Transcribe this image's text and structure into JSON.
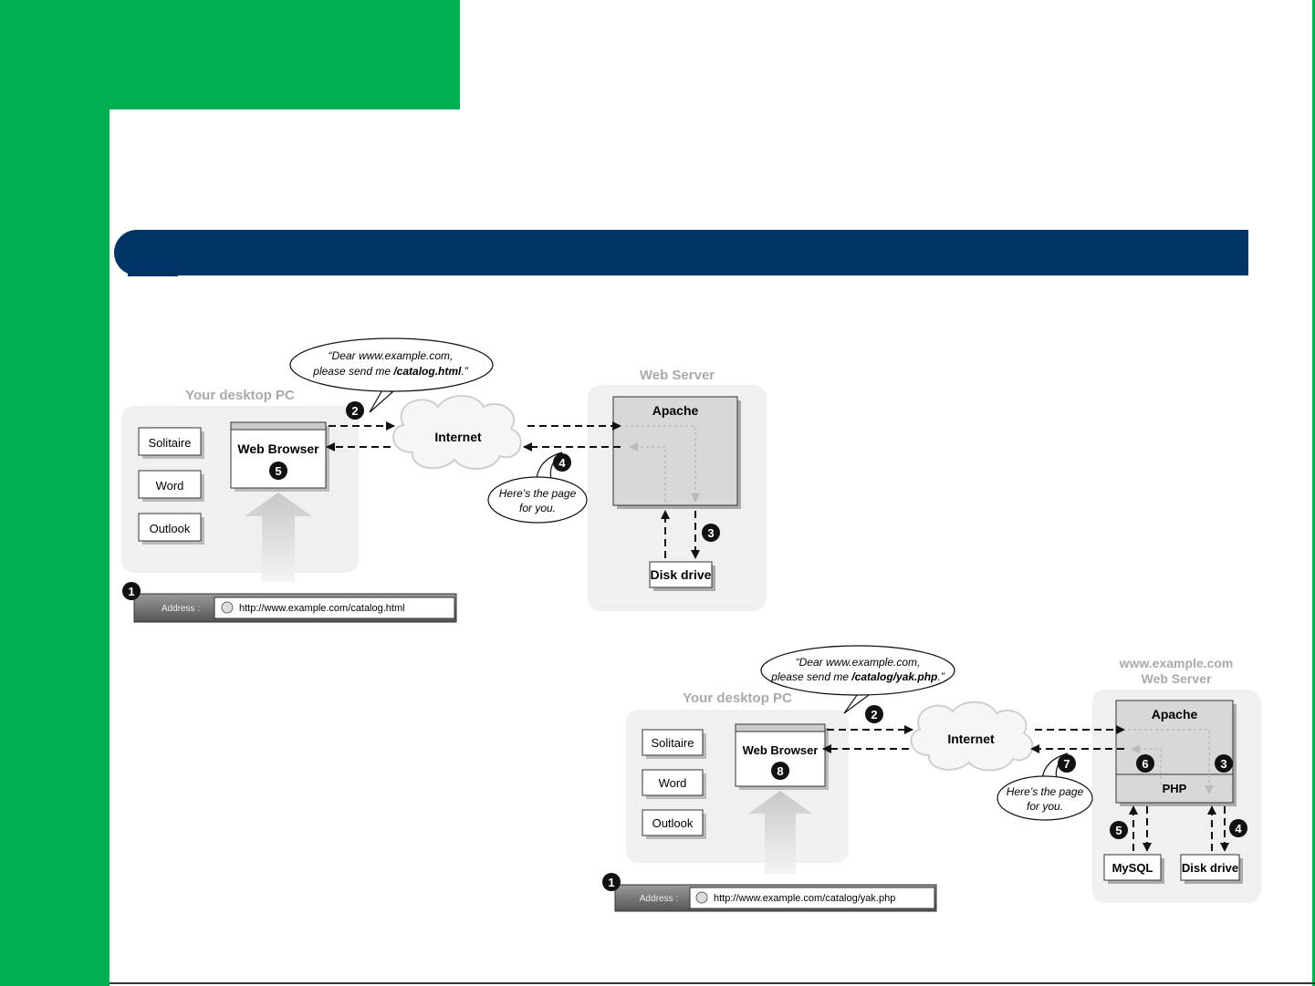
{
  "diagram1": {
    "bubble_request_line1": "“Dear www.example.com,",
    "bubble_request_line2_prefix": "please send me ",
    "bubble_request_line2_path": "/catalog.html",
    "bubble_request_line2_suffix": ".”",
    "desktop_label": "Your desktop PC",
    "server_label": "Web Server",
    "apps": [
      "Solitaire",
      "Word",
      "Outlook"
    ],
    "browser_label": "Web Browser",
    "internet_label": "Internet",
    "apache_label": "Apache",
    "disk_label": "Disk drive",
    "response_line1": "Here’s the page",
    "response_line2": "for you.",
    "address_label": "Address :",
    "address_url": "http://www.example.com/catalog.html",
    "steps": {
      "address": "1",
      "request": "2",
      "disk": "3",
      "response": "4",
      "browser": "5"
    }
  },
  "diagram2": {
    "bubble_request_line1": "“Dear www.example.com,",
    "bubble_request_line2_prefix": "please send me ",
    "bubble_request_line2_path": "/catalog/yak.php",
    "bubble_request_line2_suffix": ".”",
    "desktop_label": "Your desktop PC",
    "server_label_line1": "www.example.com",
    "server_label_line2": "Web Server",
    "apps": [
      "Solitaire",
      "Word",
      "Outlook"
    ],
    "browser_label": "Web Browser",
    "internet_label": "Internet",
    "apache_label": "Apache",
    "php_label": "PHP",
    "mysql_label": "MySQL",
    "disk_label": "Disk drive",
    "response_line1": "Here’s the page",
    "response_line2": "for you.",
    "address_label": "Address :",
    "address_url": "http://www.example.com/catalog/yak.php",
    "steps": {
      "address": "1",
      "request": "2",
      "apache": "3",
      "disk": "4",
      "mysql": "5",
      "php": "6",
      "response": "7",
      "browser": "8"
    }
  },
  "colors": {
    "green": "#00b050",
    "navy": "#003366",
    "panel": "#f0f0f0",
    "box": "#d8d8d8"
  }
}
